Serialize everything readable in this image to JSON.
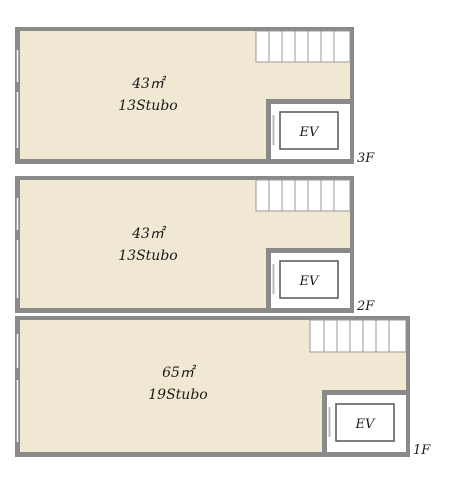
{
  "floors": [
    {
      "label": "3F",
      "area": "43㎡",
      "tsubo": "13Stubo",
      "ev_label": "EV"
    },
    {
      "label": "2F",
      "area": "43㎡",
      "tsubo": "13Stubo",
      "ev_label": "EV"
    },
    {
      "label": "1F",
      "area": "65㎡",
      "tsubo": "19Stubo",
      "ev_label": "EV"
    }
  ],
  "colors": {
    "floor_fill": "#f0e8d2",
    "wall": "#8a8a8a",
    "stair_fill": "#ffffff",
    "ev_fill": "#ffffff",
    "text": "#1a1a1a"
  }
}
